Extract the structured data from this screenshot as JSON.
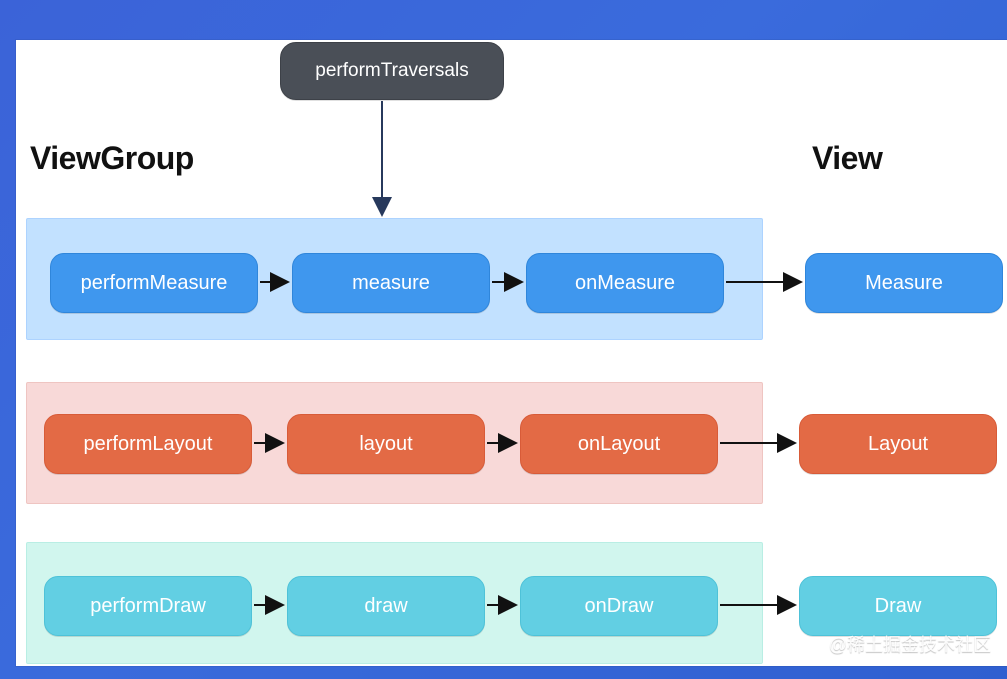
{
  "diagram": {
    "top_node": "performTraversals",
    "labels": {
      "viewgroup": "ViewGroup",
      "view": "View"
    },
    "rows": {
      "measure": {
        "nodes": [
          "performMeasure",
          "measure",
          "onMeasure"
        ],
        "view_node": "Measure",
        "color": "#3f97ee",
        "band_color": "#bfe0ff"
      },
      "layout": {
        "nodes": [
          "performLayout",
          "layout",
          "onLayout"
        ],
        "view_node": "Layout",
        "color": "#e36a45",
        "band_color": "#f8d8d6"
      },
      "draw": {
        "nodes": [
          "performDraw",
          "draw",
          "onDraw"
        ],
        "view_node": "Draw",
        "color": "#62cfe3",
        "band_color": "#cff6ee"
      }
    },
    "watermark": "@稀土掘金技术社区"
  }
}
